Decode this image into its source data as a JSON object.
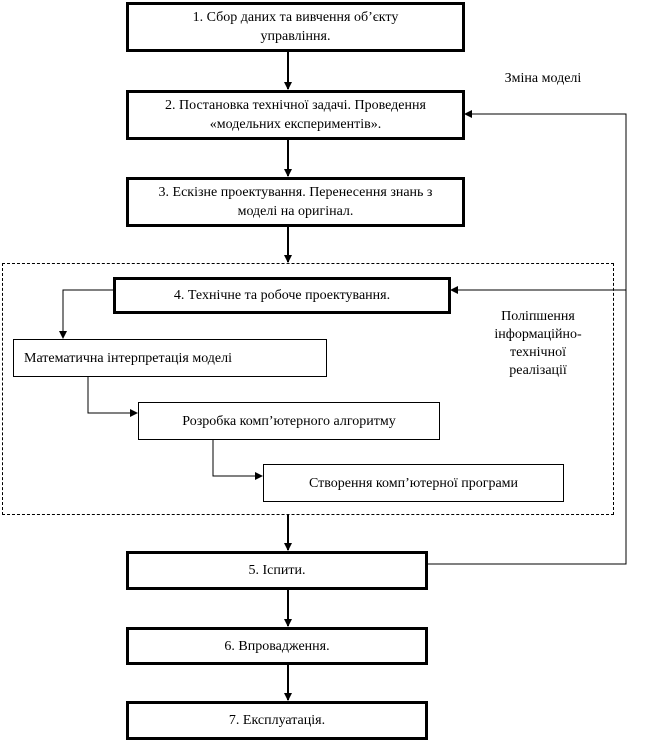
{
  "diagram": {
    "steps": [
      {
        "id": "1",
        "text": "1. Сбор даних та вивчення об’єкту управління."
      },
      {
        "id": "2",
        "text": "2. Постановка технічної задачі. Проведення «модельних експериментів»."
      },
      {
        "id": "3",
        "text": "3. Ескізне проектування. Перенесення знань з моделі на оригінал."
      },
      {
        "id": "4",
        "text": "4. Технічне та робоче проектування."
      },
      {
        "id": "5",
        "text": "5. Іспити."
      },
      {
        "id": "6",
        "text": "6. Впровадження."
      },
      {
        "id": "7",
        "text": "7. Експлуатація."
      }
    ],
    "substeps": [
      {
        "text": "Математична інтерпретація моделі"
      },
      {
        "text": "Розробка комп’ютерного алгоритму"
      },
      {
        "text": "Створення комп’ютерної програми"
      }
    ],
    "annotations": {
      "model_change": "Зміна моделі",
      "improvement": "Поліпшення інформаційно-технічної реалізації"
    }
  }
}
